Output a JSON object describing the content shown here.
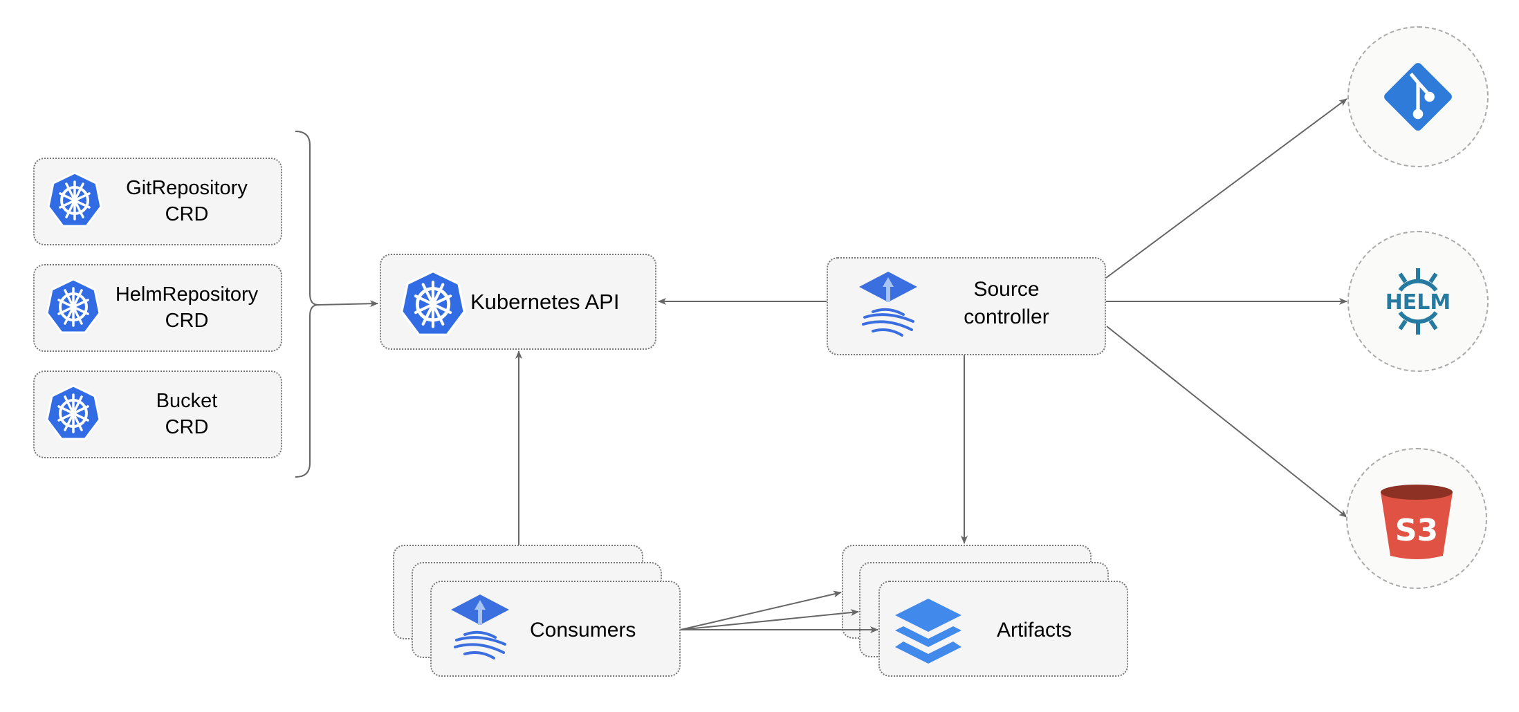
{
  "crds": [
    {
      "line1": "GitRepository",
      "line2": "CRD"
    },
    {
      "line1": "HelmRepository",
      "line2": "CRD"
    },
    {
      "line1": "Bucket",
      "line2": "CRD"
    }
  ],
  "kubernetes_api": {
    "label": "Kubernetes API"
  },
  "source_controller": {
    "line1": "Source",
    "line2": "controller"
  },
  "consumers": {
    "label": "Consumers"
  },
  "artifacts": {
    "label": "Artifacts"
  },
  "sources": {
    "git": "git-icon",
    "helm": "HELM",
    "s3": "S3"
  },
  "colors": {
    "k8s_blue": "#326ce5",
    "flux_blue": "#3b6fe0",
    "helm_teal": "#277a9f",
    "s3_red": "#e05243",
    "s3_dark": "#8c3123",
    "git_blue": "#2f7bd9",
    "line": "#666666"
  }
}
